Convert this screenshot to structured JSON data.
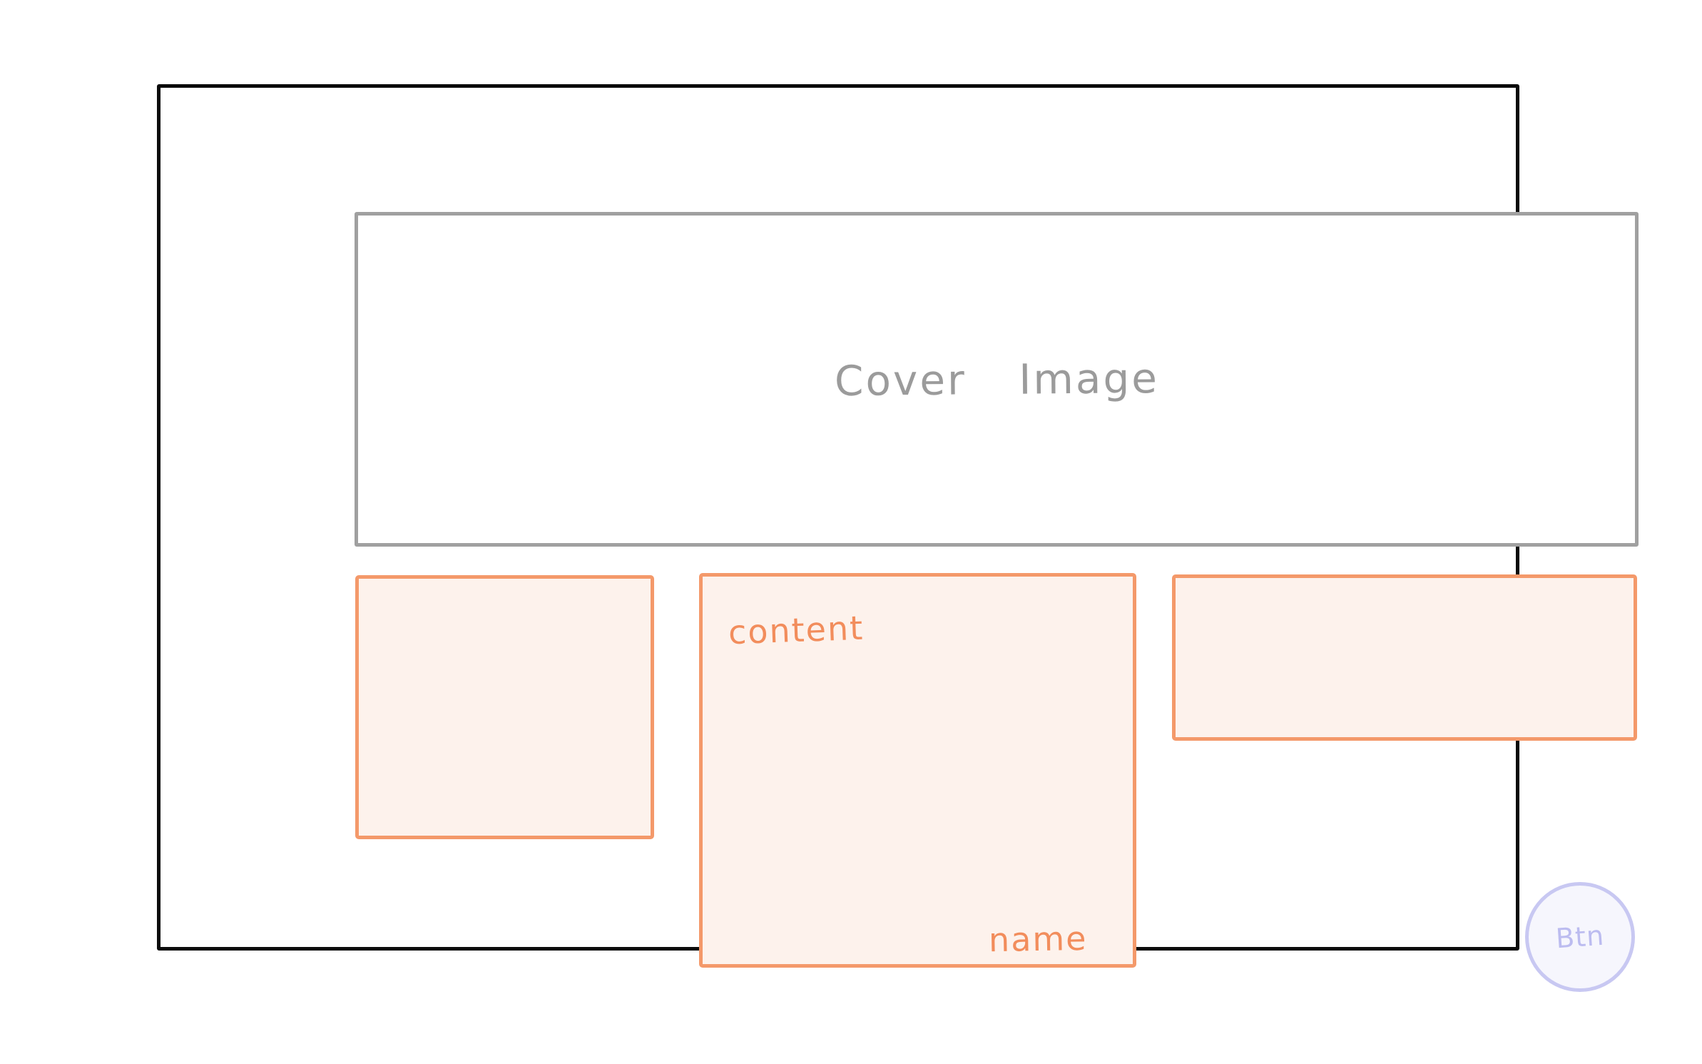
{
  "wireframe": {
    "cover": {
      "label": "Cover Image"
    },
    "content_box": {
      "title_label": "content",
      "name_label": "name"
    },
    "button": {
      "label": "Btn"
    }
  },
  "colors": {
    "canvas_bg": "#ffffff",
    "frame_border": "#0a0a0a",
    "cover_border": "#a0a0a0",
    "cover_text": "#9b9b9b",
    "accent_border": "#f4996a",
    "accent_fill": "#fdf2ec",
    "accent_text": "#f28d5c",
    "button_border": "#c8c8f2",
    "button_fill": "#f6f6fd",
    "button_text": "#bcbcf0"
  }
}
